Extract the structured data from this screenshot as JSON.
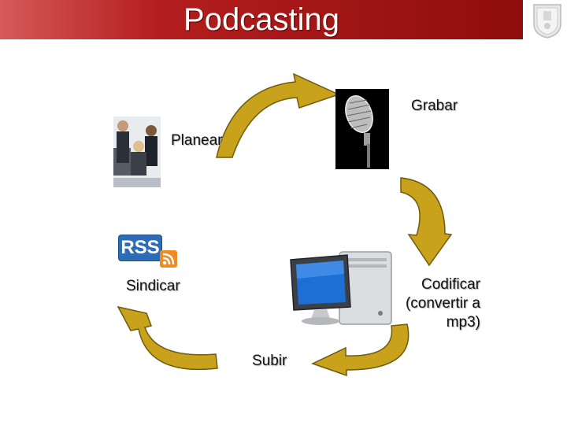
{
  "slide": {
    "title": "Podcasting"
  },
  "cycle": {
    "steps": [
      {
        "label": "Grabar",
        "icon": "microphone-icon"
      },
      {
        "label": "Codificar (convertir a mp3)",
        "lines": [
          "Codificar",
          "(convertir a",
          "mp3)"
        ],
        "icon": "computer-icon"
      },
      {
        "label": "Subir",
        "icon": "computer-icon"
      },
      {
        "label": "Sindicar",
        "icon": "rss-icon"
      },
      {
        "label": "Planear",
        "icon": "team-photo-icon"
      }
    ]
  },
  "colors": {
    "title_bar": "#a61717",
    "arrow_fill": "#c9a21c",
    "arrow_stroke": "#6e5a10"
  },
  "rss": {
    "text": "RSS"
  }
}
